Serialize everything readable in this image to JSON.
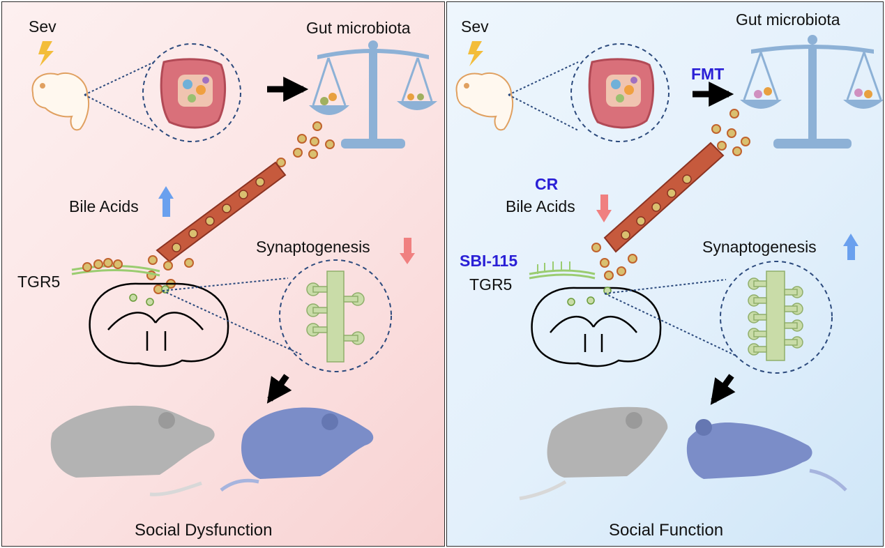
{
  "left": {
    "sev": "Sev",
    "gut": "Gut microbiota",
    "bile": "Bile Acids",
    "synapto": "Synaptogenesis",
    "tgr5": "TGR5",
    "outcome": "Social Dysfunction"
  },
  "right": {
    "sev": "Sev",
    "gut": "Gut microbiota",
    "fmt": "FMT",
    "cr": "CR",
    "bile": "Bile Acids",
    "synapto": "Synaptogenesis",
    "sbi": "SBI-115",
    "tgr5": "TGR5",
    "outcome": "Social Function"
  },
  "colors": {
    "left_bg": "#fbe3e3",
    "right_bg": "#e3f0fb",
    "up_arrow": "#6aa0ee",
    "down_arrow": "#f08080",
    "highlight_text": "#2a1fd6",
    "scale": "#8db1d6",
    "vessel": "#c65a3d",
    "bile_particle": "#d9c070",
    "dendrite": "#c9dca8"
  },
  "icons": [
    "lightning-icon",
    "pup-mouse-icon",
    "intestine-icon",
    "balance-scale-icon",
    "blood-vessel-icon",
    "brain-section-icon",
    "dendrite-icon",
    "receptor-icon",
    "adult-mouse-icon",
    "up-arrow-icon",
    "down-arrow-icon"
  ]
}
